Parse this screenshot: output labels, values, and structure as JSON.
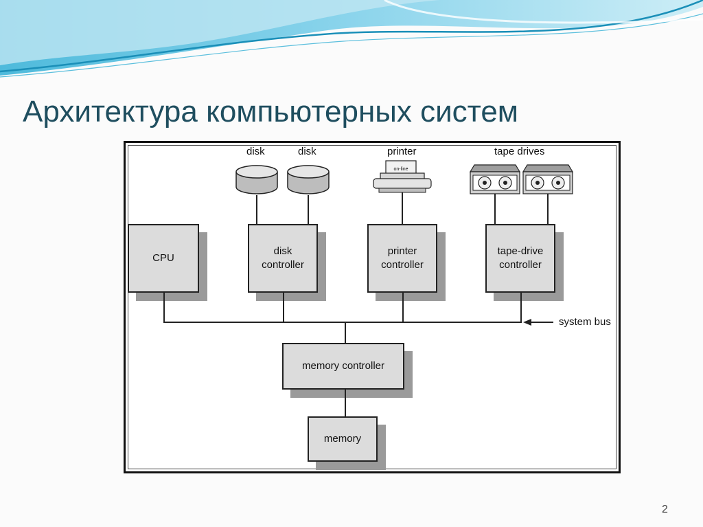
{
  "slide": {
    "title": "Архитектура компьютерных систем",
    "page_number": "2"
  },
  "diagram": {
    "devices": {
      "disk_1": "disk",
      "disk_2": "disk",
      "printer": "printer",
      "printer_panel": "on-line",
      "tape_drives": "tape drives"
    },
    "boxes": {
      "cpu": "CPU",
      "disk_controller": "disk\ncontroller",
      "printer_controller": "printer\ncontroller",
      "tape_controller": "tape-drive\ncontroller",
      "memory_controller": "memory controller",
      "memory": "memory"
    },
    "system_bus_label": "system bus"
  },
  "colors": {
    "title": "#1f4e5f",
    "box_fill": "#dcdcdc",
    "box_shadow": "#9a9a9a",
    "wave_dark": "#2aa0c8",
    "wave_light": "#bfe6f2"
  }
}
